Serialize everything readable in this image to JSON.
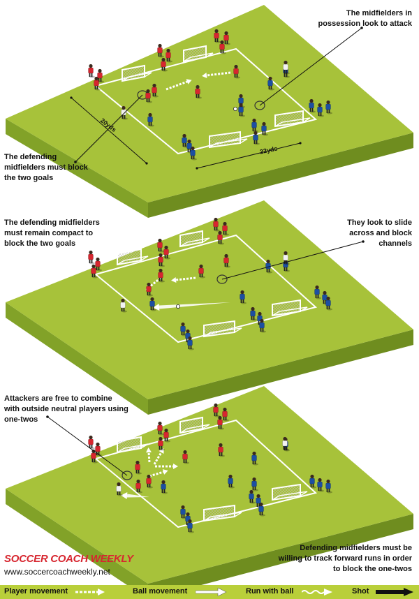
{
  "notes": {
    "d1_top_right": "The midfielders in\npossession look to attack",
    "d1_left": "The defending\nmidfielders must block\nthe two goals",
    "d1_dim_left": "20yds",
    "d1_dim_bottom": "22yds",
    "d2_left": "The defending midfielders\nmust remain compact to\nblock the two goals",
    "d2_right": "They look to slide\nacross and block\nchannels",
    "d3_left": "Attackers are free to combine\nwith outside neutral players using\none-twos",
    "d3_right": "Defending midfielders must be\nwilling to track forward runs in order\nto block the one-twos"
  },
  "brand": {
    "name": "SOCCER COACH WEEKLY",
    "url": "www.soccercoachweekly.net"
  },
  "legend": {
    "player_movement": "Player movement",
    "ball_movement": "Ball movement",
    "run_with_ball": "Run with ball",
    "shot": "Shot"
  },
  "colors": {
    "pitch_top": "#a7c23a",
    "pitch_side": "#6f8d1f",
    "pitch_front": "#82a228",
    "red_team": "#d7262f",
    "blue_team": "#1c4fa3",
    "neutral": "#f2f2f2",
    "legend_bar": "#b9cf3a"
  }
}
